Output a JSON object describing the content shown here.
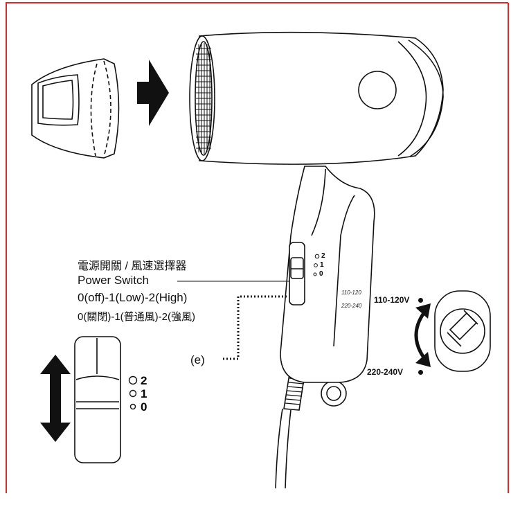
{
  "colors": {
    "frame": "#d62b2b",
    "ink": "#111111",
    "paper": "#ffffff"
  },
  "labels": {
    "power_switch_zh": "電源開關 / 風速選擇器",
    "power_switch_en": "Power Switch",
    "modes_en": "0(off)-1(Low)-2(High)",
    "modes_zh": "0(關閉)-1(普通風)-2(強風)",
    "callout_e": "(e)"
  },
  "voltage": {
    "high": "110-120V",
    "low": "220-240V"
  },
  "body_voltage": {
    "high": "110-120",
    "low": "220-240"
  },
  "switch_positions": [
    "2",
    "1",
    "0"
  ]
}
